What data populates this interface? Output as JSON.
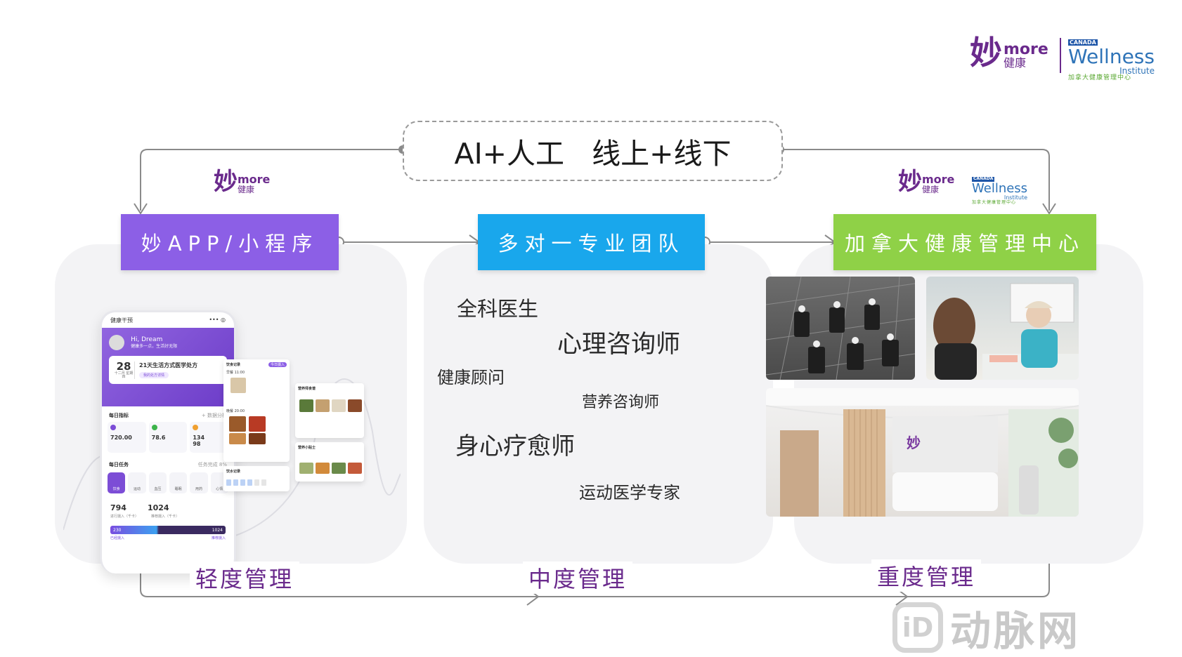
{
  "header_logo": {
    "miao_glyph": "妙",
    "miao_more": "more",
    "miao_sub": "健康",
    "canada": "CANADA",
    "wellness": "Wellness",
    "institute": "Institute",
    "wellness_cn": "加拿大健康管理中心"
  },
  "top_box": {
    "text": "AI+人工   线上+线下"
  },
  "columns": [
    {
      "title": "妙APP/小程序",
      "color": "#8c5fe6"
    },
    {
      "title": "多对一专业团队",
      "color": "#19a7ec"
    },
    {
      "title": "加拿大健康管理中心",
      "color": "#8fd147"
    }
  ],
  "team_roles": [
    "全科医生",
    "心理咨询师",
    "健康顾问",
    "营养咨询师",
    "身心疗愈师",
    "运动医学专家"
  ],
  "stages": [
    "轻度管理",
    "中度管理",
    "重度管理"
  ],
  "phone": {
    "title": "健康干预",
    "greeting": "Hi, Dream",
    "greeting_sub": "健康多一点，生活好无限",
    "day": "28",
    "day_sub": "十二月 星期四",
    "plan": "21天生活方式医学处方",
    "plan_btn": "我的处方详情",
    "daily_metrics": "每日指标",
    "metrics_more": "+ 数据分析",
    "metric_values": [
      "720.00",
      "78.6",
      "134",
      "98"
    ],
    "daily_tasks": "每日任务",
    "tasks_done": "任务完成",
    "tasks_pct": "8%",
    "task_items": [
      "饮食",
      "运动",
      "血压",
      "睡眠",
      "用药",
      "心情"
    ],
    "kcal_in": "794",
    "kcal_out": "1024",
    "kcal_in_label": "进行摄入（千卡）",
    "kcal_out_label": "推荐摄入（千卡）",
    "bar_left": "230",
    "bar_right": "1024",
    "bar_left_label": "已经摄入",
    "bar_right_label": "推荐摄入"
  },
  "mini_cards": {
    "diet_title": "饮食记录",
    "diet_tag": "今日摄入",
    "breakfast": "早餐 11:00",
    "lunch": "晚餐 20:00",
    "water_title": "饮水记录",
    "menu_title": "营养师食谱",
    "tip_title": "营养小贴士"
  },
  "watermark": {
    "badge": "iD",
    "text": "动脉网"
  },
  "colors": {
    "purple": "#6a2a8c",
    "line": "#8a8a8a",
    "card": "#f3f3f5"
  }
}
